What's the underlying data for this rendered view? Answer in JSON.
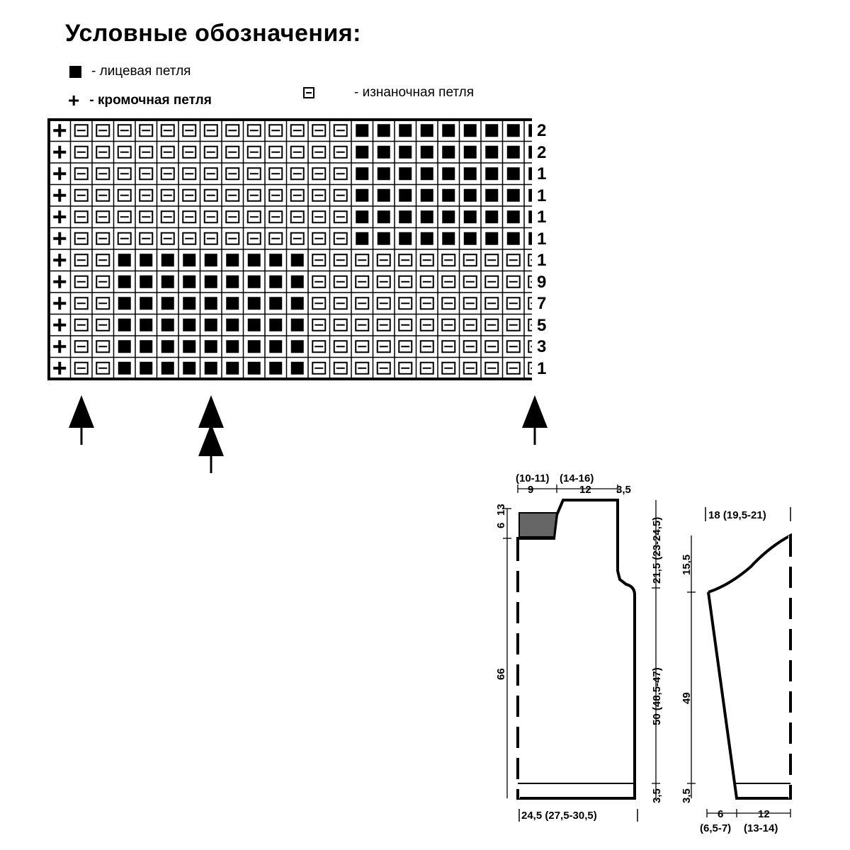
{
  "title": "Условные обозначения:",
  "legend": {
    "knit": {
      "icon": "filled-square-icon",
      "label": "- лицевая петля"
    },
    "edge": {
      "icon": "plus-icon",
      "label": "- кромочная петля"
    },
    "purl": {
      "icon": "boxed-line-icon",
      "label": "- изнаночная петля"
    }
  },
  "chart": {
    "rows": [
      "+PPPPPPPPPPPPPKKKKKKKKK+",
      "+PPPPPPPPPPPPPKKKKKKKKK+",
      "+PPPPPPPPPPPPPKKKKKKKKK+",
      "+PPPPPPPPPPPPPKKKKKKKKK+",
      "+PPPPPPPPPPPPPKKKKKKKKK+",
      "+PPPPPPPPPPPPPKKKKKKKKK+",
      "+PPKKKKKKKKKPPPPPPPPPPP+",
      "+PPKKKKKKKKKPPPPPPPPPPP+",
      "+PPKKKKKKKKKPPPPPPPPPPP+",
      "+PPKKKKKKKKKPPPPPPPPPPP+",
      "+PPKKKKKKKKKPPPPPPPPPPP+",
      "+PPKKKKKKKKKPPPPPPPPPPP+"
    ],
    "row_numbers": [
      "2",
      "2",
      "1",
      "1",
      "1",
      "1",
      "1",
      "9",
      "7",
      "5",
      "3",
      "1"
    ],
    "arrows": [
      {
        "kind": "single",
        "column": 1
      },
      {
        "kind": "double",
        "column": 7
      },
      {
        "kind": "single",
        "column": 22
      }
    ]
  },
  "schematics": {
    "body": {
      "top_labels": [
        "(10-11)",
        "(14-16)",
        "9",
        "12",
        "3,5"
      ],
      "left_labels": [
        "6",
        "13",
        "66"
      ],
      "right_labels": [
        "21,5 (23-24,5)",
        "50 (48,5-47)",
        "3,5"
      ],
      "bottom_label": "24,5 (27,5-30,5)"
    },
    "sleeve": {
      "top_label": "18 (19,5-21)",
      "left_labels": [
        "15,5",
        "49",
        "3,5"
      ],
      "bottom_labels": [
        "6",
        "12",
        "(6,5-7)",
        "(13-14)"
      ]
    }
  }
}
